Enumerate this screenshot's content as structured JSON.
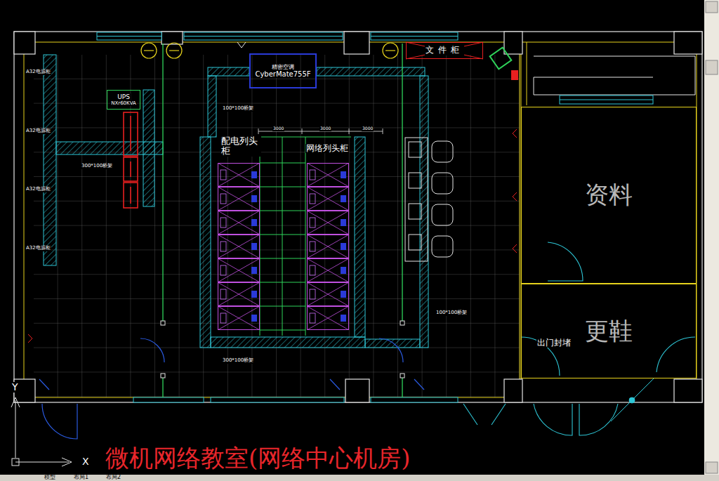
{
  "diagram": {
    "title": "微机网络教室(网络中心机房)",
    "nodes": [
      {
        "text": [
          "精密空调",
          "CyberMate755F"
        ]
      },
      {
        "text": [
          "UPS",
          "NXr60KVA"
        ]
      },
      {
        "text": [
          "文件柜"
        ]
      },
      {
        "text": [
          "资料"
        ]
      },
      {
        "text": [
          "更鞋"
        ]
      }
    ],
    "labels": [
      "A32电源柜",
      "A32电源柜",
      "A32电源柜",
      "A32电源柜",
      "300*100桥架",
      "100*100桥架",
      "配电列头柜",
      "网络列头柜",
      "3000",
      "3000",
      "3000",
      "100*100桥架",
      "300*100桥架",
      "出门封堵",
      "Y",
      "X",
      "模型",
      "布局1",
      "布局2"
    ]
  }
}
